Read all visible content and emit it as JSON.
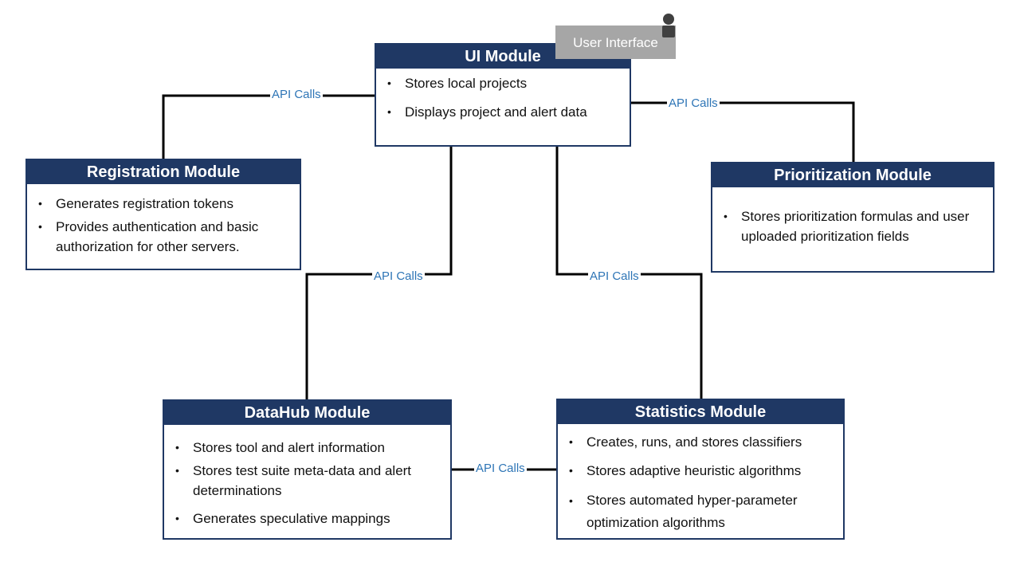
{
  "api_label": "API Calls",
  "ui_tag": {
    "label": "User Interface",
    "icon": "user-icon"
  },
  "ui_module": {
    "title": "UI Module",
    "items": [
      "Stores local projects",
      "Displays project and alert data"
    ]
  },
  "registration_module": {
    "title": "Registration Module",
    "items": [
      "Generates registration tokens",
      "Provides authentication and basic authorization for other servers."
    ]
  },
  "prioritization_module": {
    "title": "Prioritization Module",
    "items": [
      "Stores prioritization formulas and user uploaded prioritization fields"
    ]
  },
  "datahub_module": {
    "title": "DataHub Module",
    "items": [
      "Stores tool and alert information",
      "Stores test suite meta-data and alert determinations",
      "Generates speculative mappings"
    ]
  },
  "statistics_module": {
    "title": "Statistics Module",
    "items": [
      "Creates, runs, and stores classifiers",
      "Stores adaptive heuristic algorithms",
      "Stores automated hyper-parameter optimization algorithms"
    ]
  },
  "colors": {
    "module_header": "#1f3864",
    "api_text": "#2e75b6",
    "ui_tag_bg": "#a6a6a6",
    "connector": "#000000"
  }
}
